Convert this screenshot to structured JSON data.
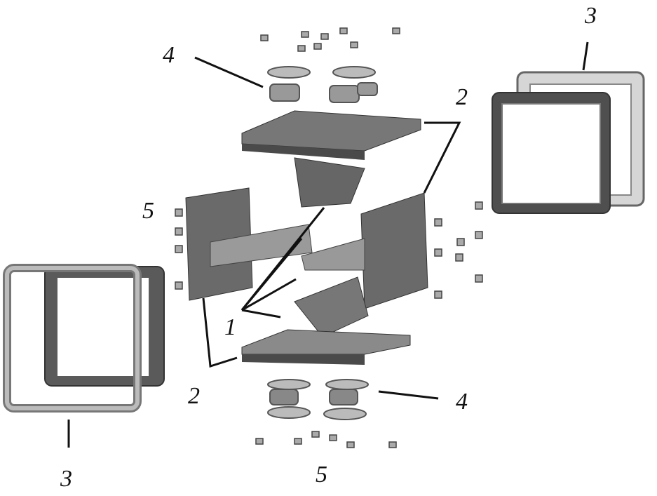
{
  "diagram": {
    "type": "exploded-assembly",
    "labels": {
      "part_1": "1",
      "part_2_right": "2",
      "part_2_left": "2",
      "part_3_top": "3",
      "part_3_bottom": "3",
      "part_4_top": "4",
      "part_4_bottom": "4",
      "part_5_left": "5",
      "part_5_bottom": "5"
    },
    "colors": {
      "part_dark": "#5a5a5a",
      "part_mid": "#8c8c8c",
      "part_light": "#c8c8c8",
      "leader": "#111111"
    }
  }
}
